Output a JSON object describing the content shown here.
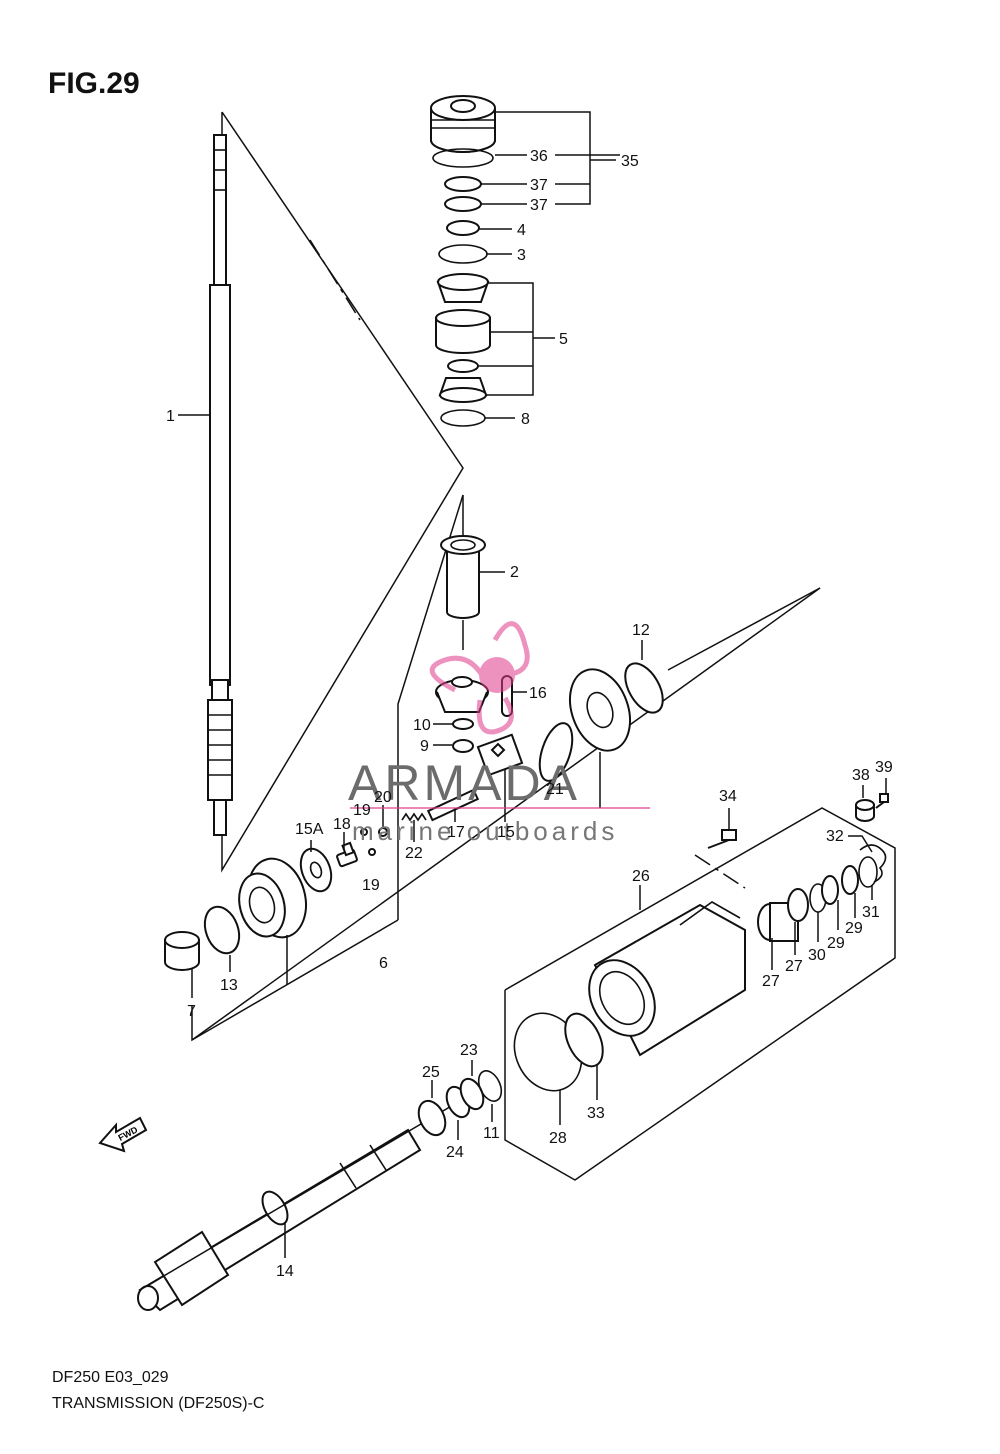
{
  "figure": {
    "title": "FIG.29",
    "code": "DF250 E03_029",
    "caption": "TRANSMISSION (DF250S)-C"
  },
  "watermark": {
    "brand": "ARMADA",
    "tagline": "marine outboards",
    "accent_color": "#e03a8c"
  },
  "arrow_label": "FWD",
  "callouts": [
    "1",
    "2",
    "3",
    "4",
    "5",
    "6",
    "7",
    "8",
    "9",
    "10",
    "11",
    "12",
    "13",
    "14",
    "15",
    "15A",
    "16",
    "17",
    "18",
    "19",
    "19",
    "20",
    "21",
    "22",
    "23",
    "24",
    "25",
    "26",
    "27",
    "27",
    "28",
    "29",
    "29",
    "30",
    "31",
    "32",
    "33",
    "34",
    "35",
    "36",
    "37",
    "37",
    "38",
    "39"
  ]
}
